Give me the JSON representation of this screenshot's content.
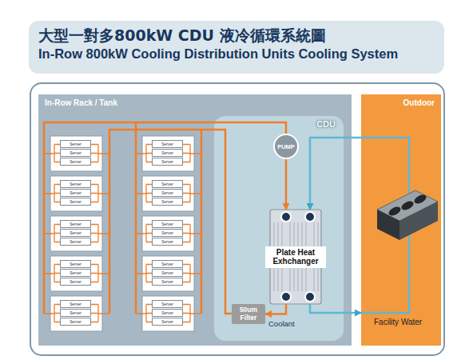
{
  "diagram": {
    "title": "大型一對多800kW CDU 液冷循環系統圖",
    "nodes": [
      {
        "text": [
          "In-Row Rack / Tank"
        ]
      },
      {
        "text": [
          "Server"
        ],
        "in": 0
      },
      {
        "text": [
          "Server"
        ],
        "in": 0
      },
      {
        "text": [
          "Server"
        ],
        "in": 0
      },
      {
        "text": [
          "Server"
        ],
        "in": 0
      },
      {
        "text": [
          "Server"
        ],
        "in": 0
      },
      {
        "text": [
          "Server"
        ],
        "in": 0
      },
      {
        "text": [
          "Server"
        ],
        "in": 0
      },
      {
        "text": [
          "Server"
        ],
        "in": 0
      },
      {
        "text": [
          "Server"
        ],
        "in": 0
      },
      {
        "text": [
          "Server"
        ],
        "in": 0
      },
      {
        "text": [
          "Server"
        ],
        "in": 0
      },
      {
        "text": [
          "Server"
        ],
        "in": 0
      },
      {
        "text": [
          "Server"
        ],
        "in": 0
      },
      {
        "text": [
          "Server"
        ],
        "in": 0
      },
      {
        "text": [
          "Server"
        ],
        "in": 0
      },
      {
        "text": [
          "Server"
        ],
        "in": 0
      },
      {
        "text": [
          "Server"
        ],
        "in": 0
      },
      {
        "text": [
          "Server"
        ],
        "in": 0
      },
      {
        "text": [
          "Server"
        ],
        "in": 0
      },
      {
        "text": [
          "Server"
        ],
        "in": 0
      },
      {
        "text": [
          "Server"
        ],
        "in": 0
      },
      {
        "text": [
          "Server"
        ],
        "in": 0
      },
      {
        "text": [
          "Server"
        ],
        "in": 0
      },
      {
        "text": [
          "Server"
        ],
        "in": 0
      },
      {
        "text": [
          "Server"
        ],
        "in": 0
      },
      {
        "text": [
          "Server"
        ],
        "in": 0
      },
      {
        "text": [
          "Server"
        ],
        "in": 0
      },
      {
        "text": [
          "Server"
        ],
        "in": 0
      },
      {
        "text": [
          "Server"
        ],
        "in": 0
      },
      {
        "text": [
          "Server"
        ],
        "in": 0
      },
      {
        "text": [
          "CDU"
        ],
        "in": 0
      },
      {
        "text": [
          "PUMP"
        ],
        "in": 31
      },
      {
        "text": [
          "Plate Heat Exhchanger"
        ],
        "in": 31
      },
      {
        "text": [
          "50um Filter"
        ],
        "in": 31
      },
      {
        "text": [
          "Outdoor"
        ]
      }
    ],
    "edges": [
      {
        "from": 32,
        "to": 33,
        "arrow": "to"
      },
      {
        "from": 33,
        "to": 34,
        "arrow": "to"
      },
      {
        "from": 35,
        "to": 33,
        "arrow": "to"
      },
      {
        "from": 33,
        "to": 35,
        "arrow": "to"
      }
    ],
    "labels": [
      "In-Row 800kW Cooling Distribution Units Cooling System",
      "Coolant",
      "Facility Water"
    ]
  }
}
